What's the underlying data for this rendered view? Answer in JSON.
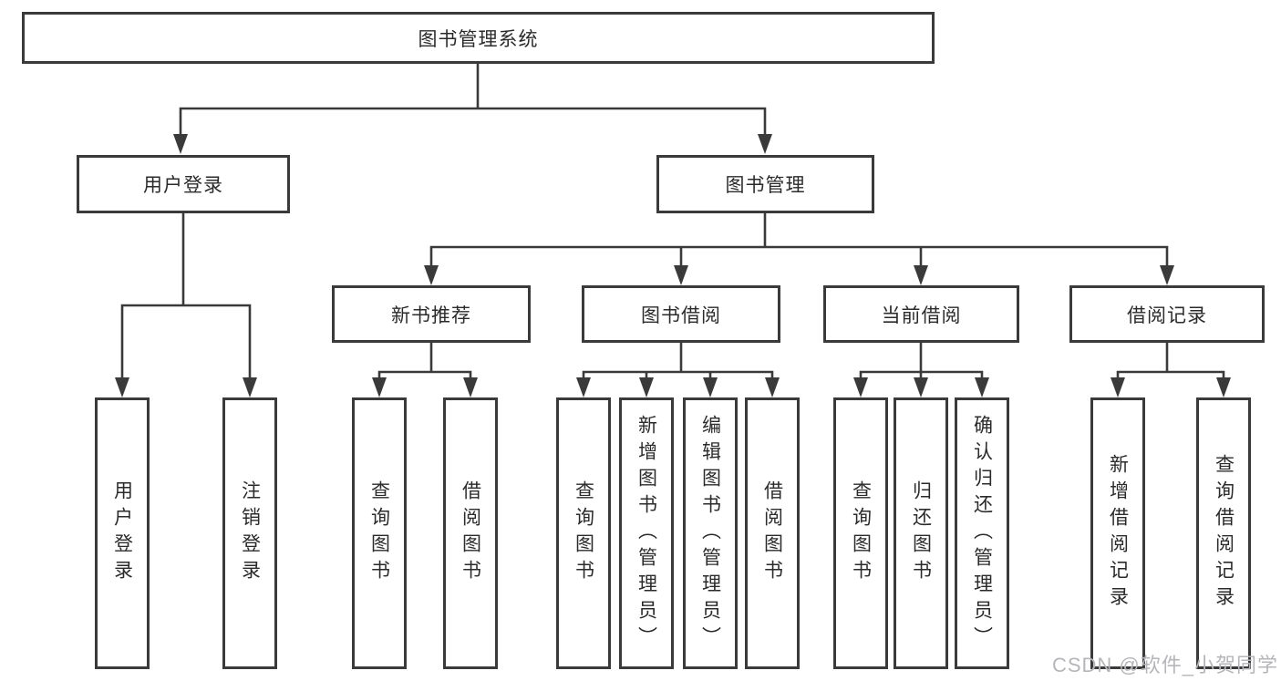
{
  "diagram": {
    "root": "图书管理系统",
    "level2": [
      "用户登录",
      "图书管理"
    ],
    "level3": [
      "新书推荐",
      "图书借阅",
      "当前借阅",
      "借阅记录"
    ],
    "userLoginChildren": [
      "用户登录",
      "注销登录"
    ],
    "newBookChildren": [
      "查询图书",
      "借阅图书"
    ],
    "bookBorrowChildren": [
      "查询图书",
      "新增图书（管理员）",
      "编辑图书（管理员）",
      "借阅图书"
    ],
    "currentBorrowChildren": [
      "查询图书",
      "归还图书",
      "确认归还（管理员）"
    ],
    "recordChildren": [
      "新增借阅记录",
      "查询借阅记录"
    ],
    "watermark": "CSDN @软件_小贺同学",
    "colors": {
      "line": "#3a3a3a",
      "text": "#2b2b2b",
      "watermark": "#b6b6ba",
      "background": "#ffffff"
    }
  }
}
